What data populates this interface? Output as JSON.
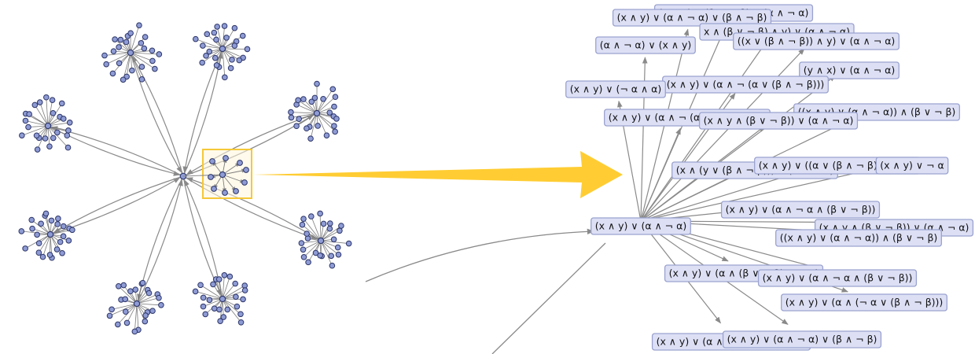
{
  "root_label": "(x ∧ y) ∨ (α ∧ ¬ α)",
  "expression_labels": [
    "(x ∧ y) ∨ (β ∧ ¬ β) ∨ (α ∧ ¬ α)",
    "(x ∧ y) ∨ (α ∧ ¬ α) ∨ (β ∧ ¬ β)",
    "x ∧ (β ∨ ¬ β) ∧ y) ∨ (α ∧ ¬ α)",
    "(α ∧ ¬ α) ∨ (x ∧ y)",
    "((x ∨ (β ∧ ¬ β)) ∧ y) ∨ (α ∧ ¬ α)",
    "(y ∧ x) ∨ (α ∧ ¬ α)",
    "(x ∧ y) ∨ (α ∧ ¬ (α ∨ (β ∧ ¬ β)))",
    "(x ∧ y) ∨ (¬ α ∧ α)",
    "((x ∧ y) ∨ (α ∧ ¬ α)) ∧ (β ∨ ¬ β)",
    "(x ∧ y) ∨ (α ∧ ¬ (α ∧ (β ∨ ¬ β)))",
    "(x ∧ y ∧ (β ∨ ¬ β)) ∨ (α ∧ ¬ α)",
    "(x ∧ (y ∨ (β ∧ ¬ β))) ∨ (α ∧ ¬ α)",
    "(x ∧ y) ∨ ((α ∨ (β ∧ ¬ β)) ∧ ¬ α)",
    "(x ∧ y) ∨ ¬ α",
    "(x ∧ y) ∨ (α ∧ ¬ α ∧ (β ∨ ¬ β))",
    "(x ∧ y ∧ (β ∨ ¬ β)) ∨ (α ∧ ¬ α)",
    "((x ∧ y) ∨ (α ∧ ¬ α)) ∧ (β ∨ ¬ β)",
    "(x ∧ y) ∨ (α ∧ (β ∨ ¬ β) ∧ ¬ α)",
    "(x ∧ y) ∨ (α ∧ ¬ α ∧ (β ∨ ¬ β))",
    "(x ∧ y) ∨ (α ∧ (¬ α ∨ (β ∧ ¬ β)))",
    "(x ∧ y) ∨ (α ∧ ¬ α) ∨ (β ∧ ¬ β)",
    "(x ∧ y) ∨ (α ∧ ¬ α) ∨ (β ∧ ¬ β)"
  ],
  "colors": {
    "node_fill": "#8e9bd4",
    "node_stroke": "#2c3568",
    "edge": "#8a8a8a",
    "highlight_box": "#f5c838",
    "arrow": "#ffcd33",
    "label_fill": "#dde0f5",
    "label_stroke": "#9aa2cf"
  }
}
